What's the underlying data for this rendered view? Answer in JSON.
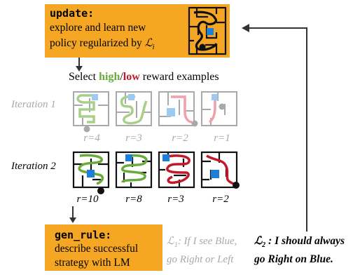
{
  "update_box": {
    "title": "update:",
    "line1": "explore and learn new",
    "line2": "policy regularized by ",
    "math": "ℒ",
    "sub": "i"
  },
  "select_text": {
    "pre": "Select ",
    "high": "high",
    "slash": "/",
    "low": "low",
    "post": " reward examples"
  },
  "iteration1": {
    "label": "Iteration 1",
    "rewards": [
      "r=4",
      "r=3",
      "r=2",
      "r=1"
    ]
  },
  "iteration2": {
    "label": "Iteration 2",
    "rewards": [
      "r=10",
      "r=8",
      "r=3",
      "r=2"
    ]
  },
  "gen_rule_box": {
    "title": "gen_rule:",
    "line1": "describe successful",
    "line2": "strategy with LM"
  },
  "rules": {
    "l1_math": "ℒ",
    "l1_sub": "1",
    "l1_line1": ": If I see Blue,",
    "l1_line2": "go Right or Left",
    "l2_math": "ℒ",
    "l2_sub": "2",
    "l2_line1": " : I should always",
    "l2_line2": "go Right on Blue."
  },
  "colors": {
    "orange": "#f5a623",
    "green": "#6aaa3a",
    "red": "#c0192c",
    "blue": "#1e7fd8",
    "gray": "#a9a9a9"
  }
}
